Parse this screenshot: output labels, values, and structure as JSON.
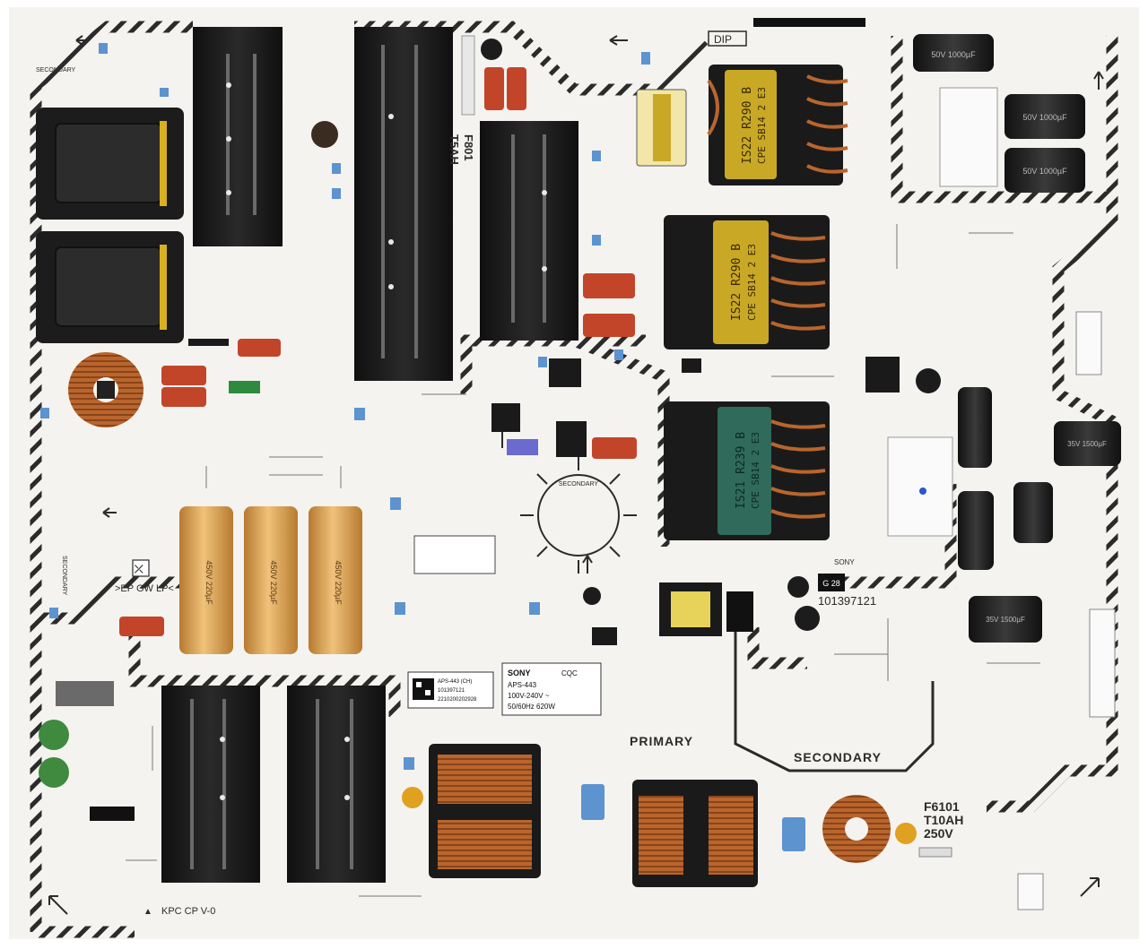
{
  "board": {
    "labels": {
      "dip": "DIP",
      "secondary_top_left": "SECONDARY",
      "secondary_left": "SECONDARY",
      "secondary_center": "SECONDARY",
      "secondary_bottom": "SECONDARY",
      "primary": "PRIMARY",
      "fuse_top_id": "F801",
      "fuse_top_rating": "T5AH",
      "fuse_main_id": "F6101",
      "fuse_main_rating": "T10AH",
      "fuse_main_voltage": "250V",
      "code_left": ">EP GW LP<",
      "footer_code": "KPC  CP  V-0",
      "sony_small": "SONY",
      "g_mark": "G 28",
      "part_number": "101397121"
    },
    "transformers": [
      {
        "marking_1": "IS22 R290 B",
        "marking_2": "CPE SB14 2 E3"
      },
      {
        "marking_1": "IS22 R290 B",
        "marking_2": "CPE SB14 2 E3"
      },
      {
        "marking_1": "IS21 R239 B",
        "marking_2": "CPE SB14 2 E3"
      }
    ],
    "capacitors_gold": [
      {
        "marking": "450V 220µF"
      },
      {
        "marking": "450V 220µF"
      },
      {
        "marking": "450V 220µF"
      }
    ],
    "capacitors_black_top": [
      {
        "marking": "50V 1000µF"
      },
      {
        "marking": "50V 1000µF"
      },
      {
        "marking": "50V 1000µF"
      }
    ],
    "capacitors_black_mid": [
      {
        "marking": "35V 1500µF"
      },
      {
        "marking": "35V 1500µF"
      }
    ],
    "rating_label": {
      "brand": "SONY",
      "model": "APS-443",
      "input": "100V-240V ~",
      "freq_power": "50/60Hz 620W",
      "cert": "CQC"
    },
    "barcode_label": {
      "line1": "APS-443 (CH)",
      "line2": "101397121",
      "line3": "2210200202928"
    },
    "colors": {
      "pcb": "#f4f3ef",
      "silkscreen": "#2b2b2b",
      "heatsink": "#1c1c1c",
      "gold_cap": "#d89a45",
      "copper": "#b9652e",
      "red_cap": "#c2452a",
      "blue_cap": "#5d93cf"
    }
  }
}
